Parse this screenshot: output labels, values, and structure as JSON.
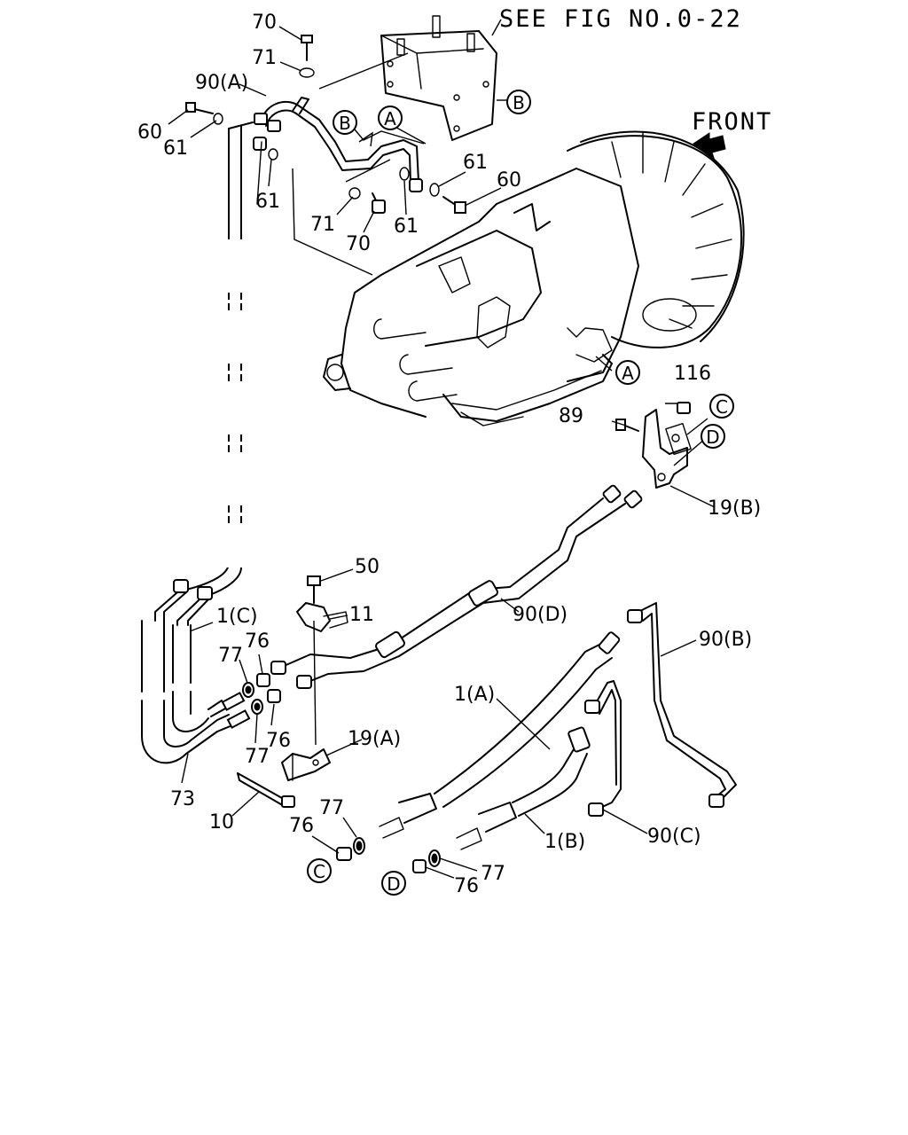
{
  "header": {
    "see_fig": "SEE FIG NO.0-22",
    "front": "FRONT"
  },
  "callouts": {
    "p70_top": "70",
    "p71_top": "71",
    "p90a": "90(A)",
    "p60_left": "60",
    "p61_left": "61",
    "p61_mid": "61",
    "p71_mid": "71",
    "p70_mid": "70",
    "p61_mid2": "61",
    "p61_right": "61",
    "p60_right": "60",
    "p116": "116",
    "p89": "89",
    "p19b": "19(B)",
    "p50": "50",
    "p11": "11",
    "p1c": "1(C)",
    "p77_a": "77",
    "p76_a": "76",
    "p76_b": "76",
    "p77_b": "77",
    "p90d": "90(D)",
    "p90b": "90(B)",
    "p1a": "1(A)",
    "p19a": "19(A)",
    "p73": "73",
    "p10": "10",
    "p77_c": "77",
    "p76_c": "76",
    "p1b": "1(B)",
    "p90c": "90(C)",
    "p77_d": "77",
    "p76_d": "76"
  },
  "refs": {
    "b_top": "B",
    "a_top": "A",
    "b_bracket": "B",
    "a_trans": "A",
    "c_bracket": "C",
    "d_bracket": "D",
    "c_bottom": "C",
    "d_bottom": "D"
  }
}
